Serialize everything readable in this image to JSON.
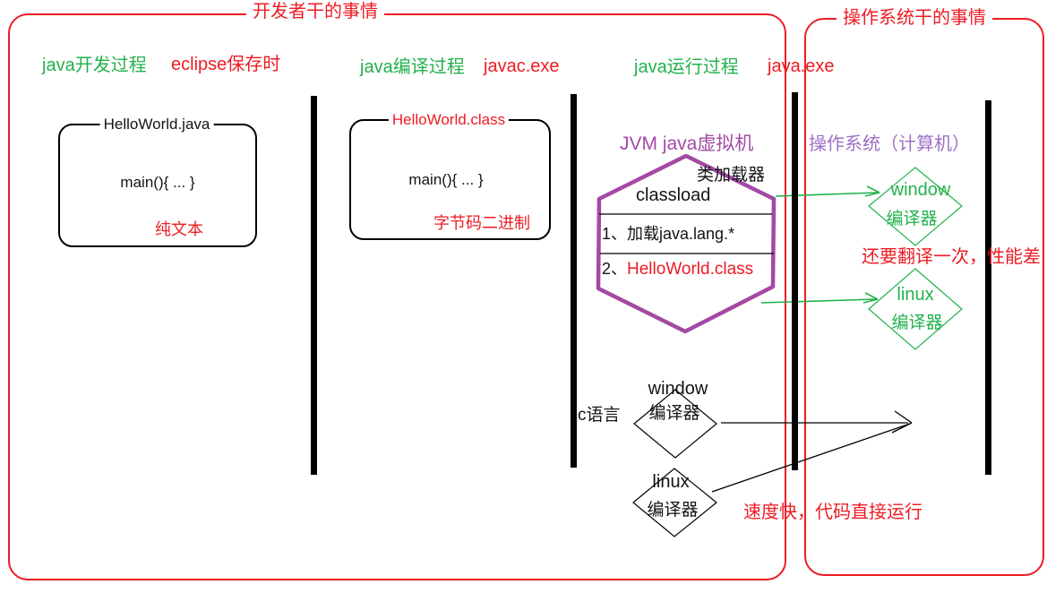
{
  "colors": {
    "red": "#ed1c24",
    "green": "#22b14c",
    "purple": "#a349a4",
    "purple_light": "#9d6fc3",
    "black": "#141414"
  },
  "sections": {
    "developer_title": "开发者干的事情",
    "os_title": "操作系统干的事情"
  },
  "phases": {
    "dev_label": "java开发过程",
    "dev_tool": "eclipse保存时",
    "compile_label": "java编译过程",
    "compile_tool": "javac.exe",
    "run_label": "java运行过程",
    "run_tool": "java.exe"
  },
  "source_box": {
    "title": "HelloWorld.java",
    "body": "main(){ ... }",
    "note": "纯文本"
  },
  "class_box": {
    "title": "HelloWorld.class",
    "body": "main(){ ... }",
    "note": "字节码二进制"
  },
  "jvm": {
    "title": "JVM java虚拟机",
    "classloader_label": "类加载器",
    "hex_name": "classload",
    "step1": "1、加载java.lang.*",
    "step2_num": "2、",
    "step2_file": "HelloWorld.class"
  },
  "os_machine_label": "操作系统（计算机）",
  "jvm_targets": {
    "window_line1": "window",
    "window_line2": "编译器",
    "linux_line1": "linux",
    "linux_line2": "编译器",
    "note": "还要翻译一次，性能差"
  },
  "c_lang": {
    "label": "c语言",
    "window_line1": "window",
    "window_line2": "编译器",
    "linux_line1": "linux",
    "linux_line2": "编译器",
    "note": "速度快，代码直接运行"
  }
}
